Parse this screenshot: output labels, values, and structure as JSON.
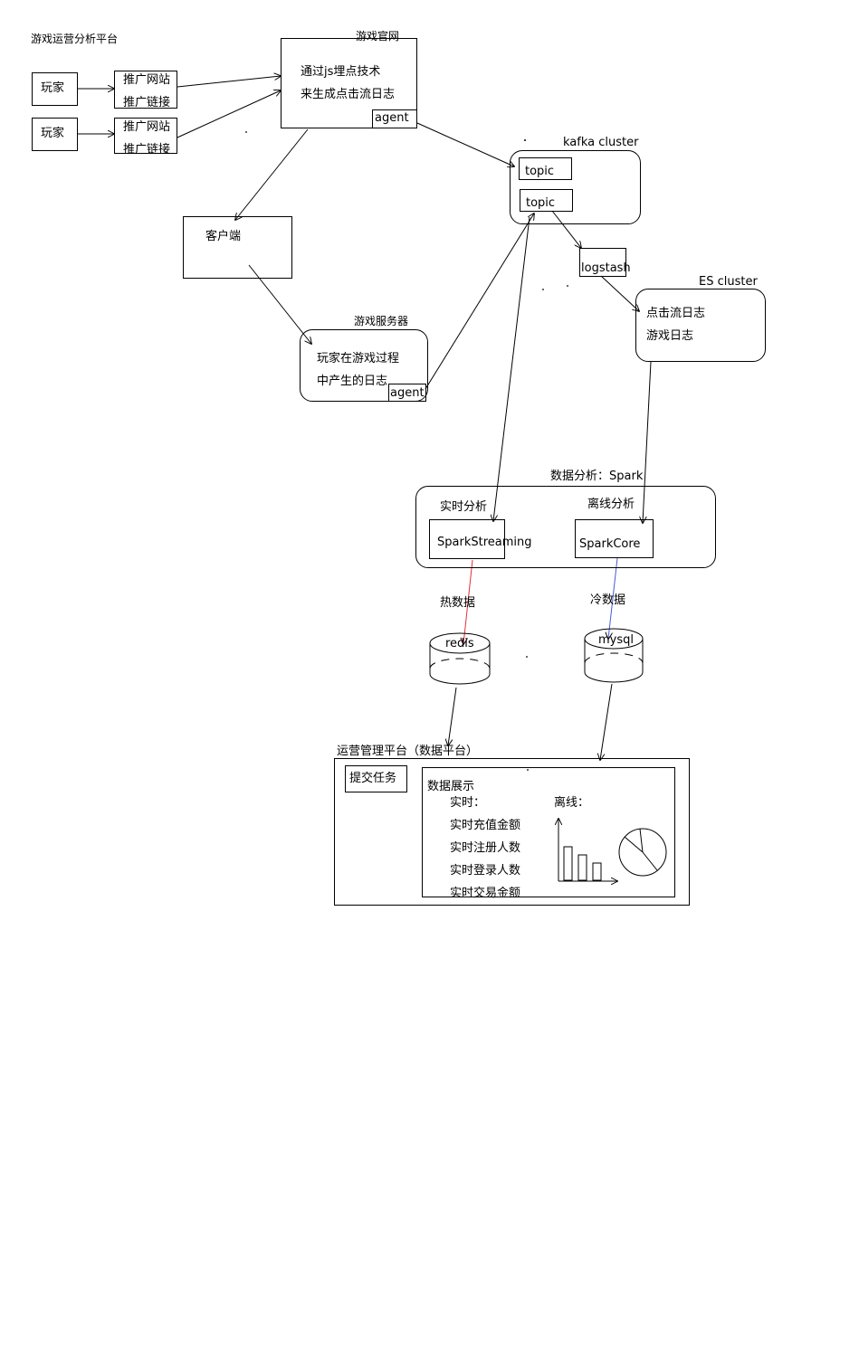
{
  "title": "游戏运营分析平台",
  "player1": "玩家",
  "player2": "玩家",
  "promo1": {
    "site": "推广网站",
    "link": "推广链接"
  },
  "promo2": {
    "site": "推广网站",
    "link": "推广链接"
  },
  "website": {
    "title": "游戏官网",
    "line1": "通过js埋点技术",
    "line2": "来生成点击流日志",
    "agent": "agent"
  },
  "kafka": {
    "title": "kafka cluster",
    "topic1": "topic",
    "topic2": "topic"
  },
  "client": "客户端",
  "server": {
    "title": "游戏服务器",
    "line1": "玩家在游戏过程",
    "line2": "中产生的日志",
    "agent": "agent"
  },
  "logstash": "logstash",
  "es": {
    "title": "ES cluster",
    "line1": "点击流日志",
    "line2": "游戏日志"
  },
  "spark": {
    "title": "数据分析：Spark",
    "realtime_label": "实时分析",
    "realtime_box": "SparkStreaming",
    "offline_label": "离线分析",
    "offline_box": "SparkCore"
  },
  "hot_label": "热数据",
  "cold_label": "冷数据",
  "redis": "redis",
  "mysql": "mysql",
  "ops": {
    "title": "运营管理平台（数据平台）",
    "submit": "提交任务",
    "display": "数据展示",
    "realtime": "实时：",
    "offline": "离线：",
    "metrics": [
      "实时充值金额",
      "实时注册人数",
      "实时登录人数",
      "实时交易金额"
    ]
  },
  "colors": {
    "hot_line": "#e0303a",
    "cold_line": "#4a5ad0"
  }
}
